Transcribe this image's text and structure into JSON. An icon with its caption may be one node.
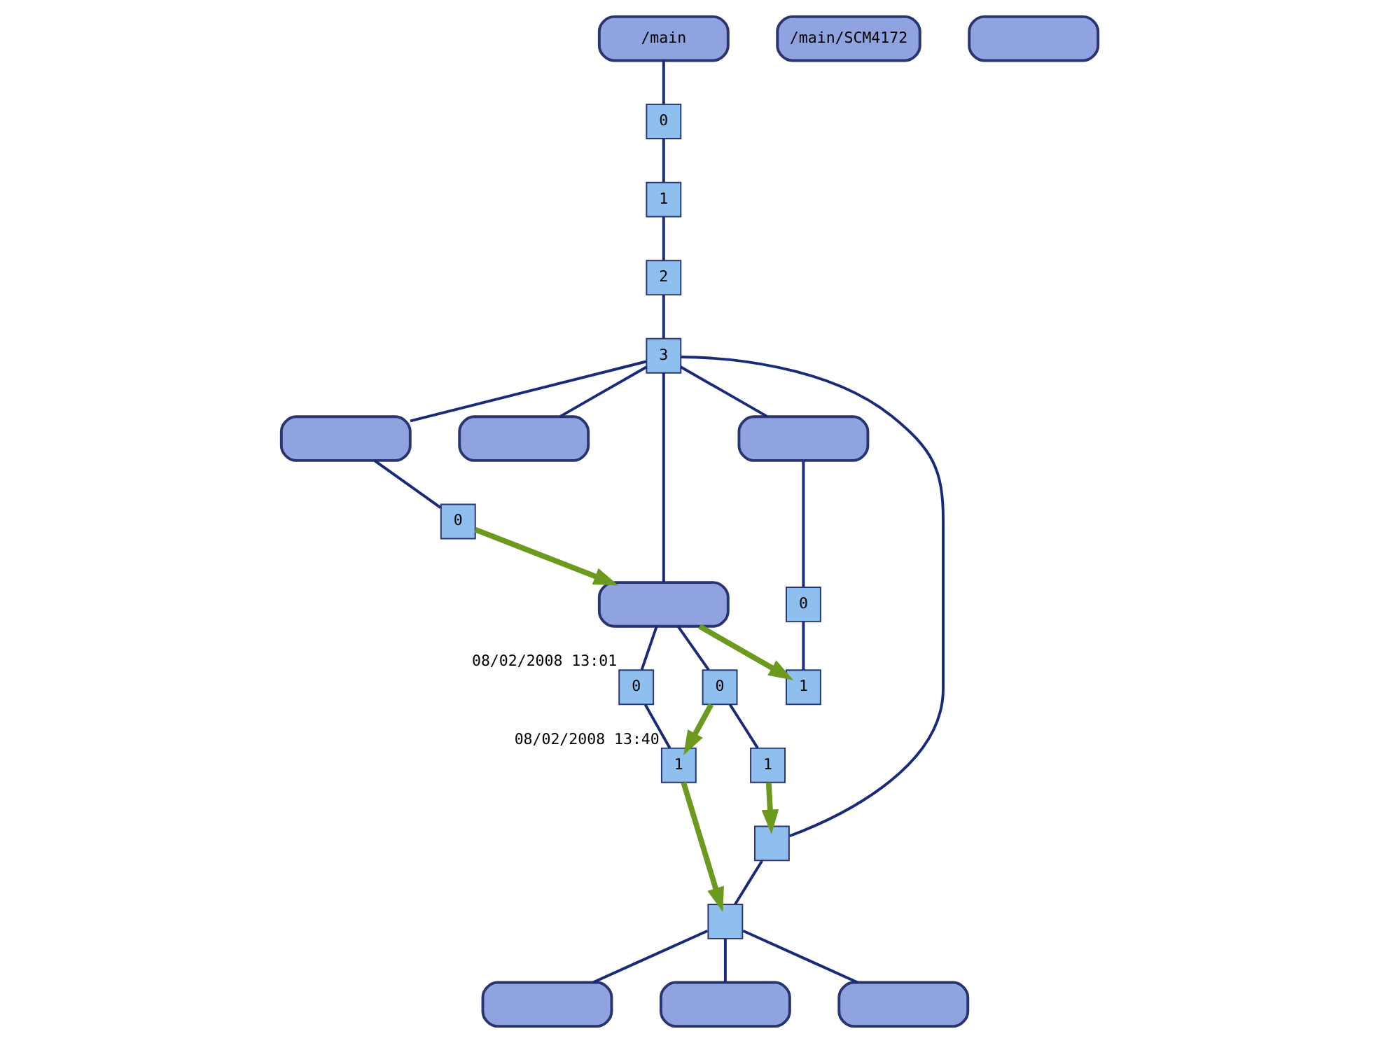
{
  "diagram": {
    "nodes": [
      {
        "text": [
          "/main"
        ]
      },
      {
        "text": [
          "0"
        ]
      },
      {
        "text": [
          "1"
        ]
      },
      {
        "text": [
          "2"
        ]
      },
      {
        "text": [
          "3"
        ]
      },
      {
        "text": [],
        "shape": "box"
      },
      {
        "text": [
          "0"
        ]
      },
      {
        "text": [],
        "shape": "box"
      },
      {
        "text": [],
        "shape": "box"
      },
      {
        "text": [],
        "shape": "box"
      },
      {
        "text": [
          "0"
        ]
      },
      {
        "text": [
          "1"
        ]
      },
      {
        "text": [
          "/main/SCM4172"
        ]
      },
      {
        "text": [
          "0"
        ],
        "beside": [
          "08/02/2008 13:01"
        ]
      },
      {
        "text": [
          "1"
        ],
        "beside": [
          "08/02/2008 13:40"
        ]
      },
      {
        "text": [
          "0"
        ]
      },
      {
        "text": [
          "1"
        ]
      },
      {
        "text": [],
        "shape": "box"
      },
      {
        "text": [],
        "shape": "box"
      },
      {
        "text": [],
        "shape": "box"
      },
      {
        "text": [],
        "shape": "box"
      },
      {
        "text": [],
        "shape": "box"
      },
      {
        "text": [],
        "shape": "box"
      }
    ],
    "edges": [
      {
        "from": 0,
        "to": 1,
        "arrow": "none"
      },
      {
        "from": 1,
        "to": 2,
        "arrow": "none"
      },
      {
        "from": 2,
        "to": 3,
        "arrow": "none"
      },
      {
        "from": 3,
        "to": 4,
        "arrow": "none"
      },
      {
        "from": 4,
        "to": 5,
        "arrow": "none"
      },
      {
        "from": 5,
        "to": 6,
        "arrow": "none"
      },
      {
        "from": 4,
        "to": 7,
        "arrow": "none"
      },
      {
        "from": 4,
        "to": 8,
        "arrow": "none"
      },
      {
        "from": 4,
        "to": 9,
        "arrow": "none"
      },
      {
        "from": 9,
        "to": 10,
        "arrow": "none"
      },
      {
        "from": 10,
        "to": 11,
        "arrow": "none"
      },
      {
        "from": 8,
        "to": 13,
        "arrow": "none"
      },
      {
        "from": 13,
        "to": 14,
        "arrow": "none"
      },
      {
        "from": 8,
        "to": 15,
        "arrow": "none"
      },
      {
        "from": 15,
        "to": 16,
        "arrow": "none"
      },
      {
        "from": 4,
        "to": 17,
        "arrow": "none"
      },
      {
        "from": 17,
        "to": 18,
        "arrow": "none"
      },
      {
        "from": 6,
        "to": 8,
        "arrow": "to",
        "style": "thick",
        "color": "#6b9a1f"
      },
      {
        "from": 8,
        "to": 11,
        "arrow": "to",
        "style": "thick",
        "color": "#6b9a1f"
      },
      {
        "from": 15,
        "to": 14,
        "arrow": "to",
        "style": "thick",
        "color": "#6b9a1f"
      },
      {
        "from": 16,
        "to": 17,
        "arrow": "to",
        "style": "thick",
        "color": "#6b9a1f"
      },
      {
        "from": 14,
        "to": 18,
        "arrow": "to",
        "style": "thick",
        "color": "#6b9a1f"
      },
      {
        "from": 18,
        "to": 20,
        "arrow": "none"
      },
      {
        "from": 18,
        "to": 21,
        "arrow": "none"
      },
      {
        "from": 18,
        "to": 22,
        "arrow": "none"
      }
    ]
  }
}
